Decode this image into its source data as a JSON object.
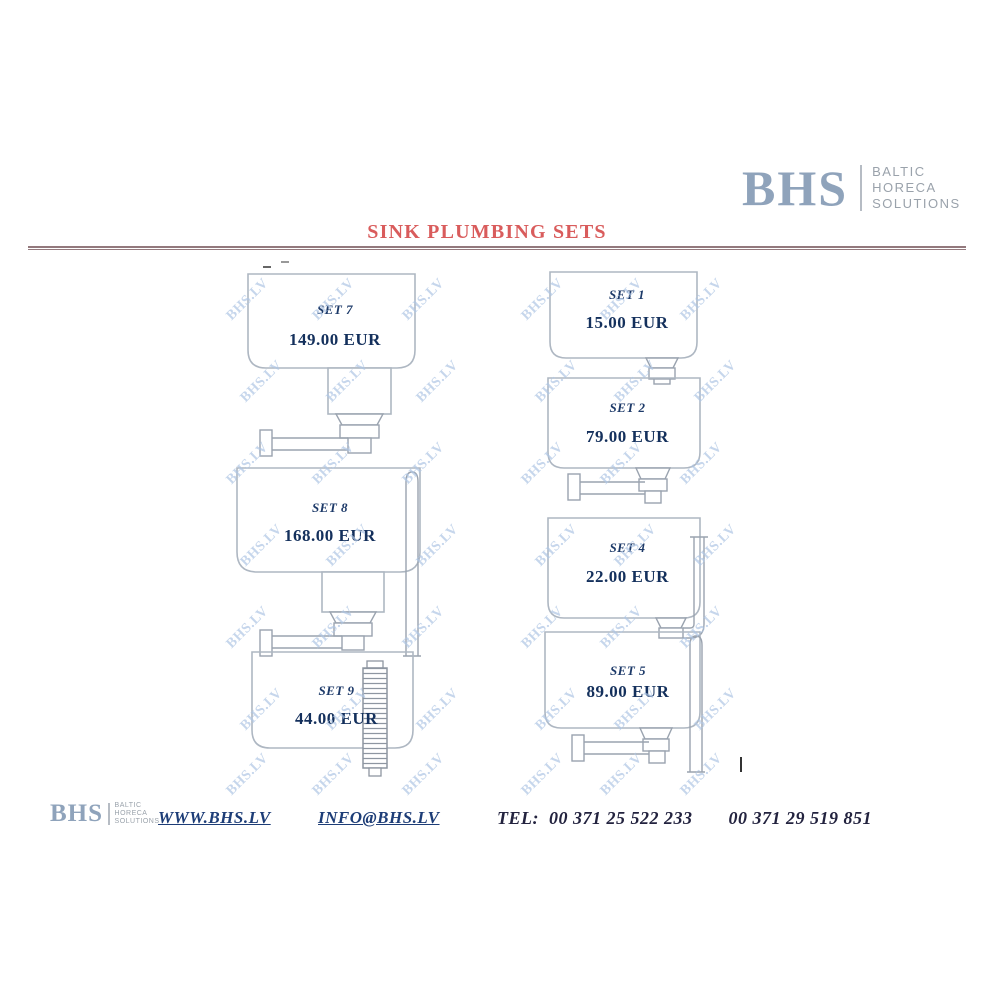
{
  "header": {
    "logo": {
      "text": "BHS",
      "subtitle": [
        "BALTIC",
        "HORECA",
        "SOLUTIONS"
      ]
    },
    "title": "SINK PLUMBING SETS"
  },
  "watermark": {
    "text": "BHS.LV"
  },
  "products": {
    "left": [
      {
        "set_label": "SET 7",
        "price": "149.00 EUR"
      },
      {
        "set_label": "SET 8",
        "price": "168.00 EUR"
      },
      {
        "set_label": "SET 9",
        "price": "44.00 EUR"
      }
    ],
    "right": [
      {
        "set_label": "SET 1",
        "price": "15.00 EUR"
      },
      {
        "set_label": "SET 2",
        "price": "79.00 EUR"
      },
      {
        "set_label": "SET 4",
        "price": "22.00 EUR"
      },
      {
        "set_label": "SET 5",
        "price": "89.00 EUR"
      }
    ]
  },
  "footer": {
    "logo": {
      "text": "BHS",
      "subtitle": [
        "BALTIC",
        "HORECA",
        "SOLUTIONS"
      ]
    },
    "website": "WWW.BHS.LV",
    "email": "INFO@BHS.LV",
    "tel_label": "TEL:",
    "phone1": "00 371 25 522 233",
    "phone2": "00 371 29 519 851"
  },
  "colors": {
    "title_red": "#d95c5c",
    "logo_blue_gray": "#8fa3bb",
    "watermark_blue": "#afc6e4",
    "price_navy": "#14305c",
    "drawing_gray": "#aeb7c2"
  }
}
